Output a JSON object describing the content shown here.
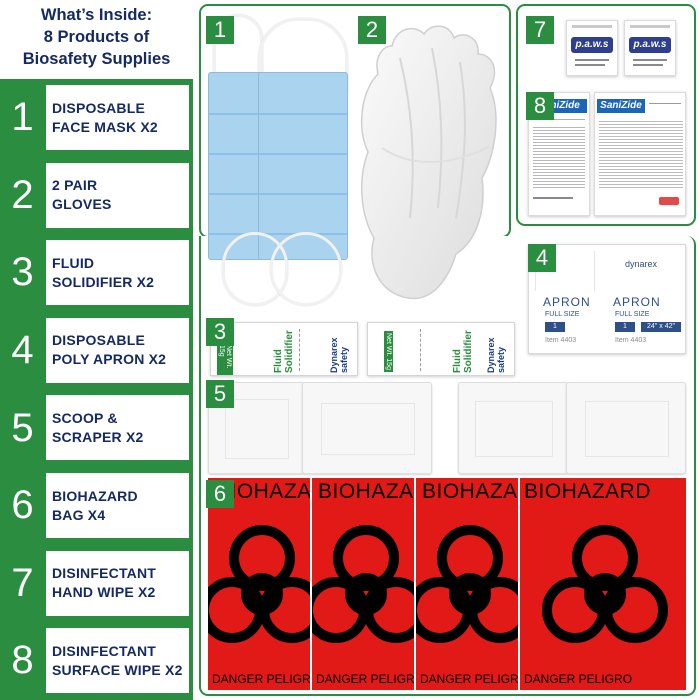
{
  "title": {
    "line1": "What’s Inside:",
    "line2": "8 Products of",
    "line3": "Biosafety Supplies"
  },
  "items": [
    {
      "num": "1",
      "line1": "DISPOSABLE",
      "line2": "FACE MASK X2"
    },
    {
      "num": "2",
      "line1": "2 PAIR",
      "line2": "GLOVES"
    },
    {
      "num": "3",
      "line1": "FLUID",
      "line2": "SOLIDIFIER X2"
    },
    {
      "num": "4",
      "line1": "DISPOSABLE",
      "line2": "POLY APRON X2"
    },
    {
      "num": "5",
      "line1": "SCOOP &",
      "line2": "SCRAPER X2"
    },
    {
      "num": "6",
      "line1": "BIOHAZARD",
      "line2": "BAG X4"
    },
    {
      "num": "7",
      "line1": "DISINFECTANT",
      "line2": "HAND WIPE X2"
    },
    {
      "num": "8",
      "line1": "DISINFECTANT",
      "line2": "SURFACE WIPE X2"
    }
  ],
  "badges": [
    "1",
    "2",
    "3",
    "4",
    "5",
    "6",
    "7",
    "8"
  ],
  "packets": {
    "product": "Fluid Solidifier",
    "brand": "Dynarex safety",
    "tag": "Net Wt. 15g"
  },
  "apron": {
    "brand": "dynarex",
    "label": "APRON",
    "size": "FULL SIZE",
    "dims": "24\" x 42\"",
    "item": "Item 4403",
    "count": "1"
  },
  "bags": {
    "header": "BIOHAZARD",
    "footer": "DANGER PELIGRO"
  },
  "wipes": {
    "hand_brand": "p.a.w.s",
    "surface_brand": "SaniZide"
  },
  "colors": {
    "green": "#2a8d3f",
    "navy": "#152a63",
    "mask_blue": "#a9d3ef",
    "bag_red": "#e21a17"
  }
}
